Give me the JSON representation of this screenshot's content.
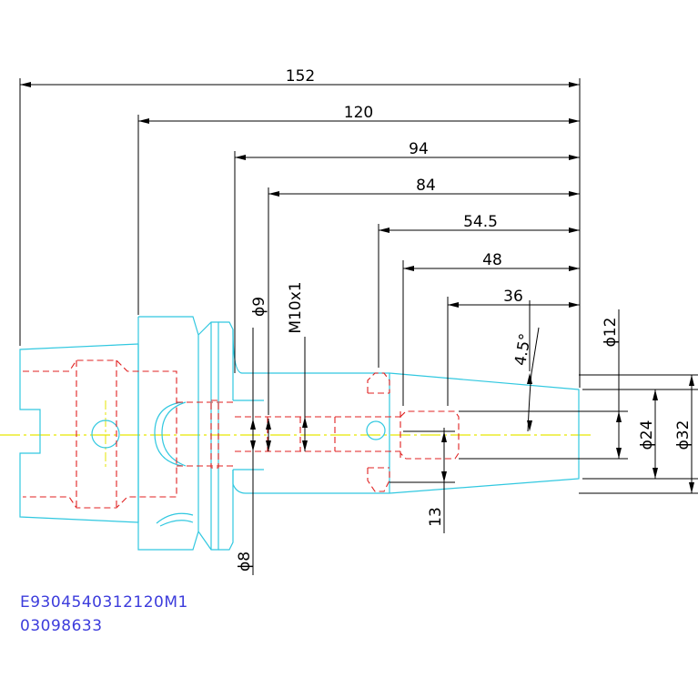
{
  "dimensions": {
    "d152": "152",
    "d120": "120",
    "d94": "94",
    "d84": "84",
    "d54_5": "54.5",
    "d48": "48",
    "d36": "36",
    "phi12": "ϕ12",
    "phi24": "ϕ24",
    "phi32": "ϕ32",
    "phi9": "ϕ9",
    "m10": "M10x1",
    "phi8": "ϕ8",
    "len13": "13",
    "angle": "4.5°"
  },
  "part_number": "E9304540312120M1",
  "code": "03098633",
  "colors": {
    "outline": "#31c8e0",
    "hidden": "#e02020",
    "center": "#e6e600",
    "dimension": "#000000",
    "text_blue": "#3c3cdc"
  }
}
